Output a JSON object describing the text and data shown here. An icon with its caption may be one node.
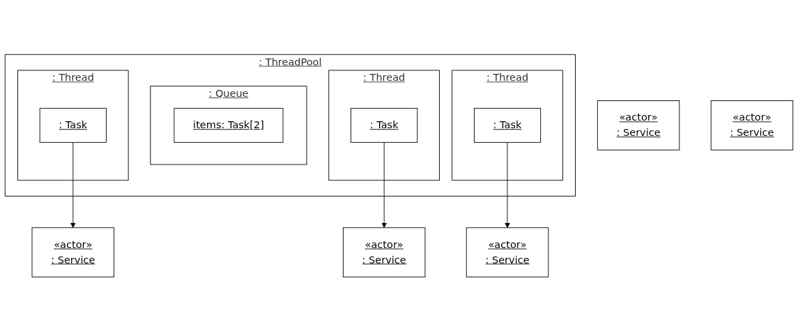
{
  "diagram": {
    "nodes": [
      {
        "text": [
          ": ThreadPool"
        ]
      },
      {
        "text": [
          ": Queue"
        ],
        "in": 0
      },
      {
        "text": [
          "items: Task[2]"
        ],
        "in": 1
      },
      {
        "text": [
          ": Thread"
        ],
        "in": 0
      },
      {
        "text": [
          ": Task"
        ],
        "in": 3
      },
      {
        "text": [
          ": Thread"
        ],
        "in": 0
      },
      {
        "text": [
          ": Task"
        ],
        "in": 5
      },
      {
        "text": [
          ": Thread"
        ],
        "in": 0
      },
      {
        "text": [
          ": Task"
        ],
        "in": 7
      },
      {
        "text": [
          "«actor»",
          ": Service"
        ]
      },
      {
        "text": [
          "«actor»",
          ": Service"
        ]
      },
      {
        "text": [
          "«actor»",
          ": Service"
        ]
      },
      {
        "text": [
          "«actor»",
          ": Service"
        ]
      },
      {
        "text": [
          "«actor»",
          ": Service"
        ]
      }
    ],
    "edges": [
      {
        "from": 4,
        "to": 11,
        "arrow": "to"
      },
      {
        "from": 6,
        "to": 12,
        "arrow": "to"
      },
      {
        "from": 8,
        "to": 13,
        "arrow": "to"
      }
    ]
  }
}
